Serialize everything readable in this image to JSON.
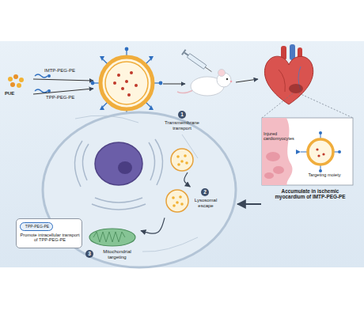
{
  "diagram": {
    "nodes": [
      {
        "text": [
          "1",
          "Transmembrane transport"
        ]
      },
      {
        "text": [
          "2",
          "Lysosomal escape"
        ]
      },
      {
        "text": [
          "3",
          "Mitochondrial targeting"
        ]
      },
      {
        "text": [
          "Promote intracellular transport of TPP-PEG-PE"
        ]
      },
      {
        "text": [
          "TPP-PEG-PE"
        ],
        "in": 3
      }
    ],
    "edges": [
      {
        "from": 0,
        "to": 1,
        "arrow": "to"
      },
      {
        "from": 1,
        "to": 2,
        "arrow": "to"
      }
    ],
    "labels": [
      "PUE",
      "IMTP-PEG-PE",
      "TPP-PEG-PE",
      "Injured cardiomyocytes",
      "Targeting moiety",
      "Accumulate in ischemic myocardium of IMTP-PEG-PE"
    ]
  }
}
